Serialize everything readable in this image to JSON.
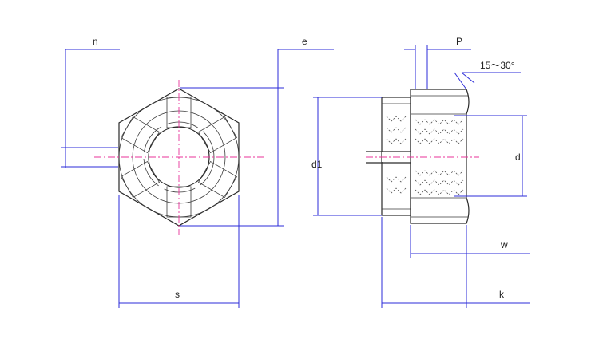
{
  "labels": {
    "n": "n",
    "e": "e",
    "s": "s",
    "p": "P",
    "angle": "15～30°",
    "d1": "d1",
    "d": "d",
    "w": "w",
    "k": "k"
  },
  "colors": {
    "dimension_lines": "#2b2bd8",
    "center_lines": "#e8339a",
    "outline": "#2a2a2a",
    "part_fill": "#e9e2d5"
  }
}
